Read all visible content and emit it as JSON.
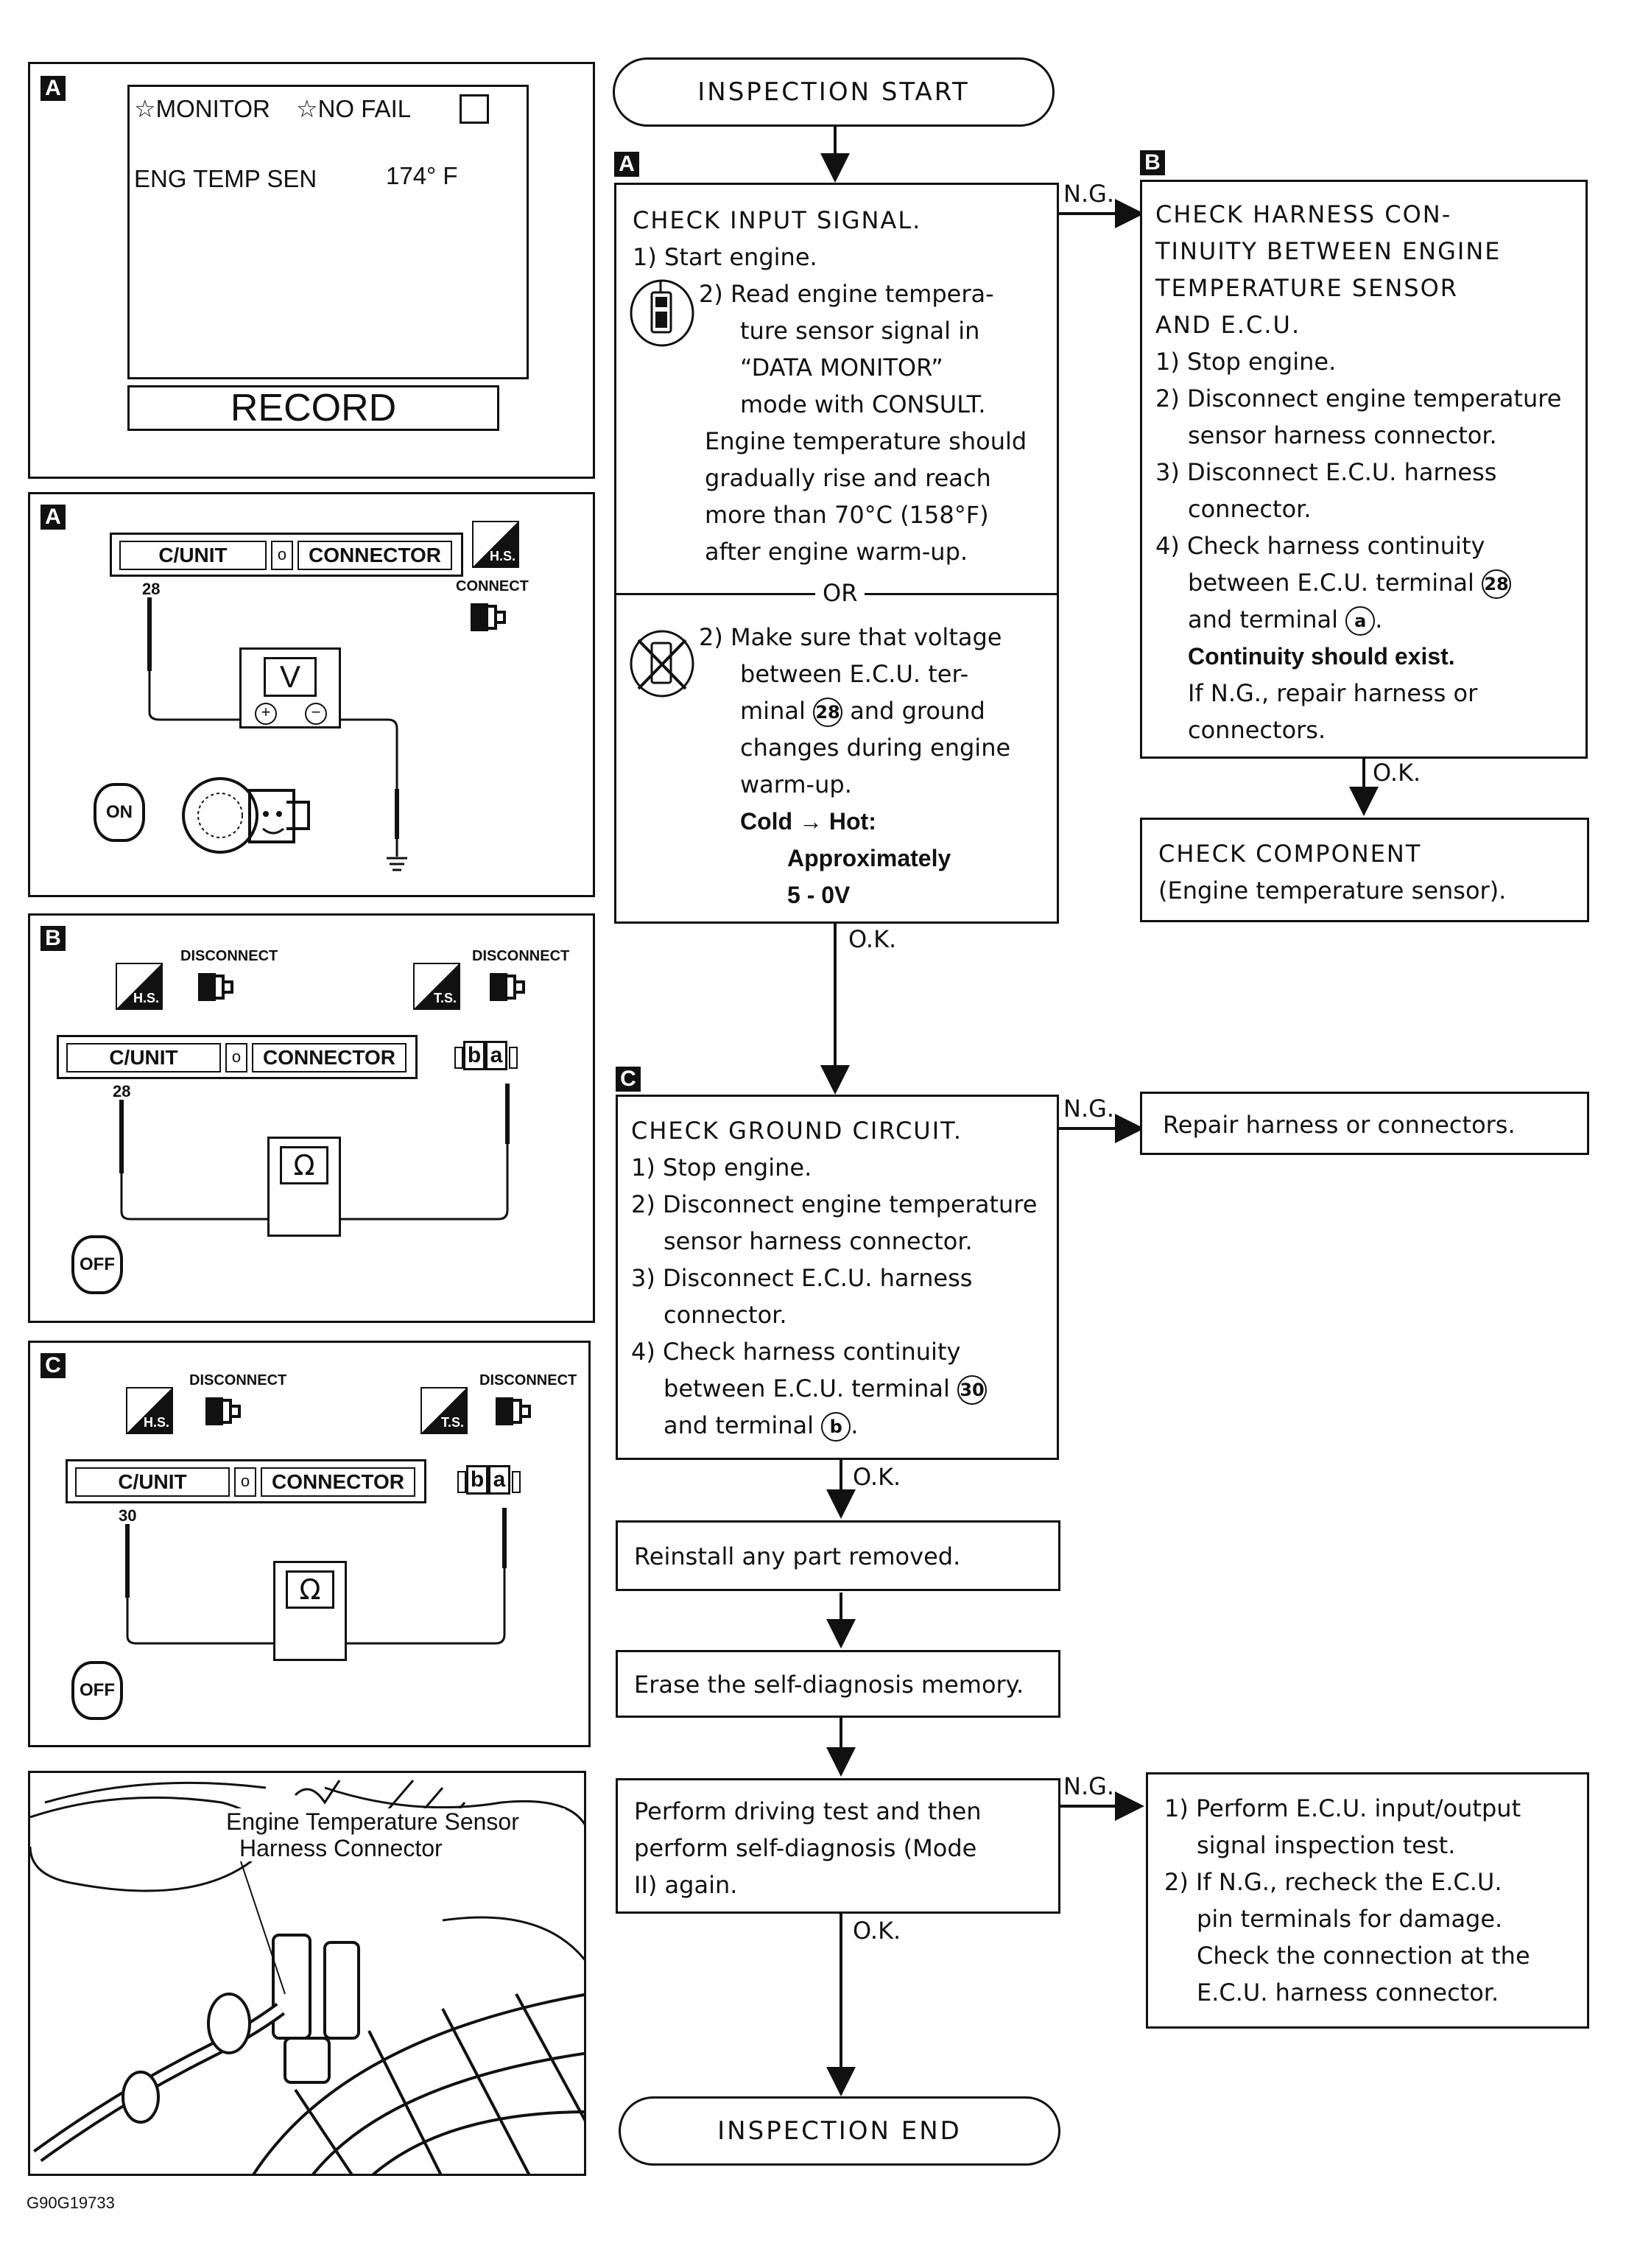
{
  "flow": {
    "start": "INSPECTION START",
    "end": "INSPECTION END",
    "step_a": {
      "tag": "A",
      "title": "CHECK INPUT SIGNAL.",
      "line1": "1) Start engine.",
      "line2a": "2) Read engine tempera-",
      "line2b": "ture sensor signal in",
      "line2c": "“DATA MONITOR”",
      "line2d": "mode with CONSULT.",
      "line3a": "Engine temperature should",
      "line3b": "gradually rise and reach",
      "line3c": "more than 70°C (158°F)",
      "line3d": "after engine warm-up.",
      "or": "OR",
      "alt1": "2) Make sure that voltage",
      "alt2": "between E.C.U. ter-",
      "alt3a": "minal",
      "alt3term": "28",
      "alt3b": "and ground",
      "alt4": "changes during engine",
      "alt5": "warm-up.",
      "alt6": "Cold → Hot:",
      "alt7": "Approximately",
      "alt8": "5 - 0V"
    },
    "step_b": {
      "tag": "B",
      "t1": "CHECK HARNESS CON-",
      "t2": "TINUITY BETWEEN ENGINE",
      "t3": "TEMPERATURE SENSOR",
      "t4": "AND E.C.U.",
      "s1": "1) Stop engine.",
      "s2a": "2) Disconnect engine temperature",
      "s2b": "sensor harness connector.",
      "s3a": "3) Disconnect E.C.U. harness",
      "s3b": "connector.",
      "s4a": "4) Check harness continuity",
      "s4b1": "between E.C.U. terminal",
      "s4bterm": "28",
      "s4c1": "and terminal",
      "s4cterm": "a",
      "s5": "Continuity should exist.",
      "s6a": "If N.G., repair harness or",
      "s6b": "connectors."
    },
    "check_component": {
      "l1": "CHECK COMPONENT",
      "l2": "(Engine temperature sensor)."
    },
    "step_c": {
      "tag": "C",
      "title": "CHECK GROUND CIRCUIT.",
      "s1": "1) Stop engine.",
      "s2a": "2) Disconnect engine temperature",
      "s2b": "sensor harness connector.",
      "s3a": "3) Disconnect E.C.U. harness",
      "s3b": "connector.",
      "s4a": "4) Check harness continuity",
      "s4b1": "between E.C.U. terminal",
      "s4bterm": "30",
      "s4c1": "and terminal",
      "s4cterm": "b"
    },
    "repair": "Repair harness or connectors.",
    "reinstall": "Reinstall any part removed.",
    "erase": "Erase the self-diagnosis memory.",
    "driving": {
      "l1": "Perform driving test and then",
      "l2": "perform self-diagnosis (Mode",
      "l3": "II) again."
    },
    "ecu_test": {
      "l1": "1) Perform E.C.U. input/output",
      "l2": "signal inspection test.",
      "l3": "2) If N.G., recheck the E.C.U.",
      "l4": "pin terminals for damage.",
      "l5": "Check the connection at the",
      "l6": "E.C.U. harness connector."
    },
    "ng": "N.G.",
    "ok": "O.K."
  },
  "panels": {
    "monitor": {
      "tag": "A",
      "monitor": "MONITOR",
      "no_fail": "NO FAIL",
      "sensor": "ENG TEMP SEN",
      "value": "174° F",
      "record": "RECORD"
    },
    "voltage": {
      "tag": "A",
      "cunit": "C/UNIT",
      "connector": "CONNECTOR",
      "terminal": "28",
      "hs": "H.S.",
      "connect": "CONNECT",
      "meter": "V",
      "key": "ON"
    },
    "continuity_b": {
      "tag": "B",
      "hs": "H.S.",
      "ts": "T.S.",
      "disconnect": "DISCONNECT",
      "cunit": "C/UNIT",
      "connector": "CONNECTOR",
      "terminal": "28",
      "pin_b": "b",
      "pin_a": "a",
      "meter": "Ω",
      "key": "OFF"
    },
    "continuity_c": {
      "tag": "C",
      "hs": "H.S.",
      "ts": "T.S.",
      "disconnect": "DISCONNECT",
      "cunit": "C/UNIT",
      "connector": "CONNECTOR",
      "terminal": "30",
      "pin_b": "b",
      "pin_a": "a",
      "meter": "Ω",
      "key": "OFF"
    },
    "photo": {
      "label1": "Engine Temperature Sensor",
      "label2": "Harness Connector"
    }
  },
  "figure_id": "G90G19733"
}
